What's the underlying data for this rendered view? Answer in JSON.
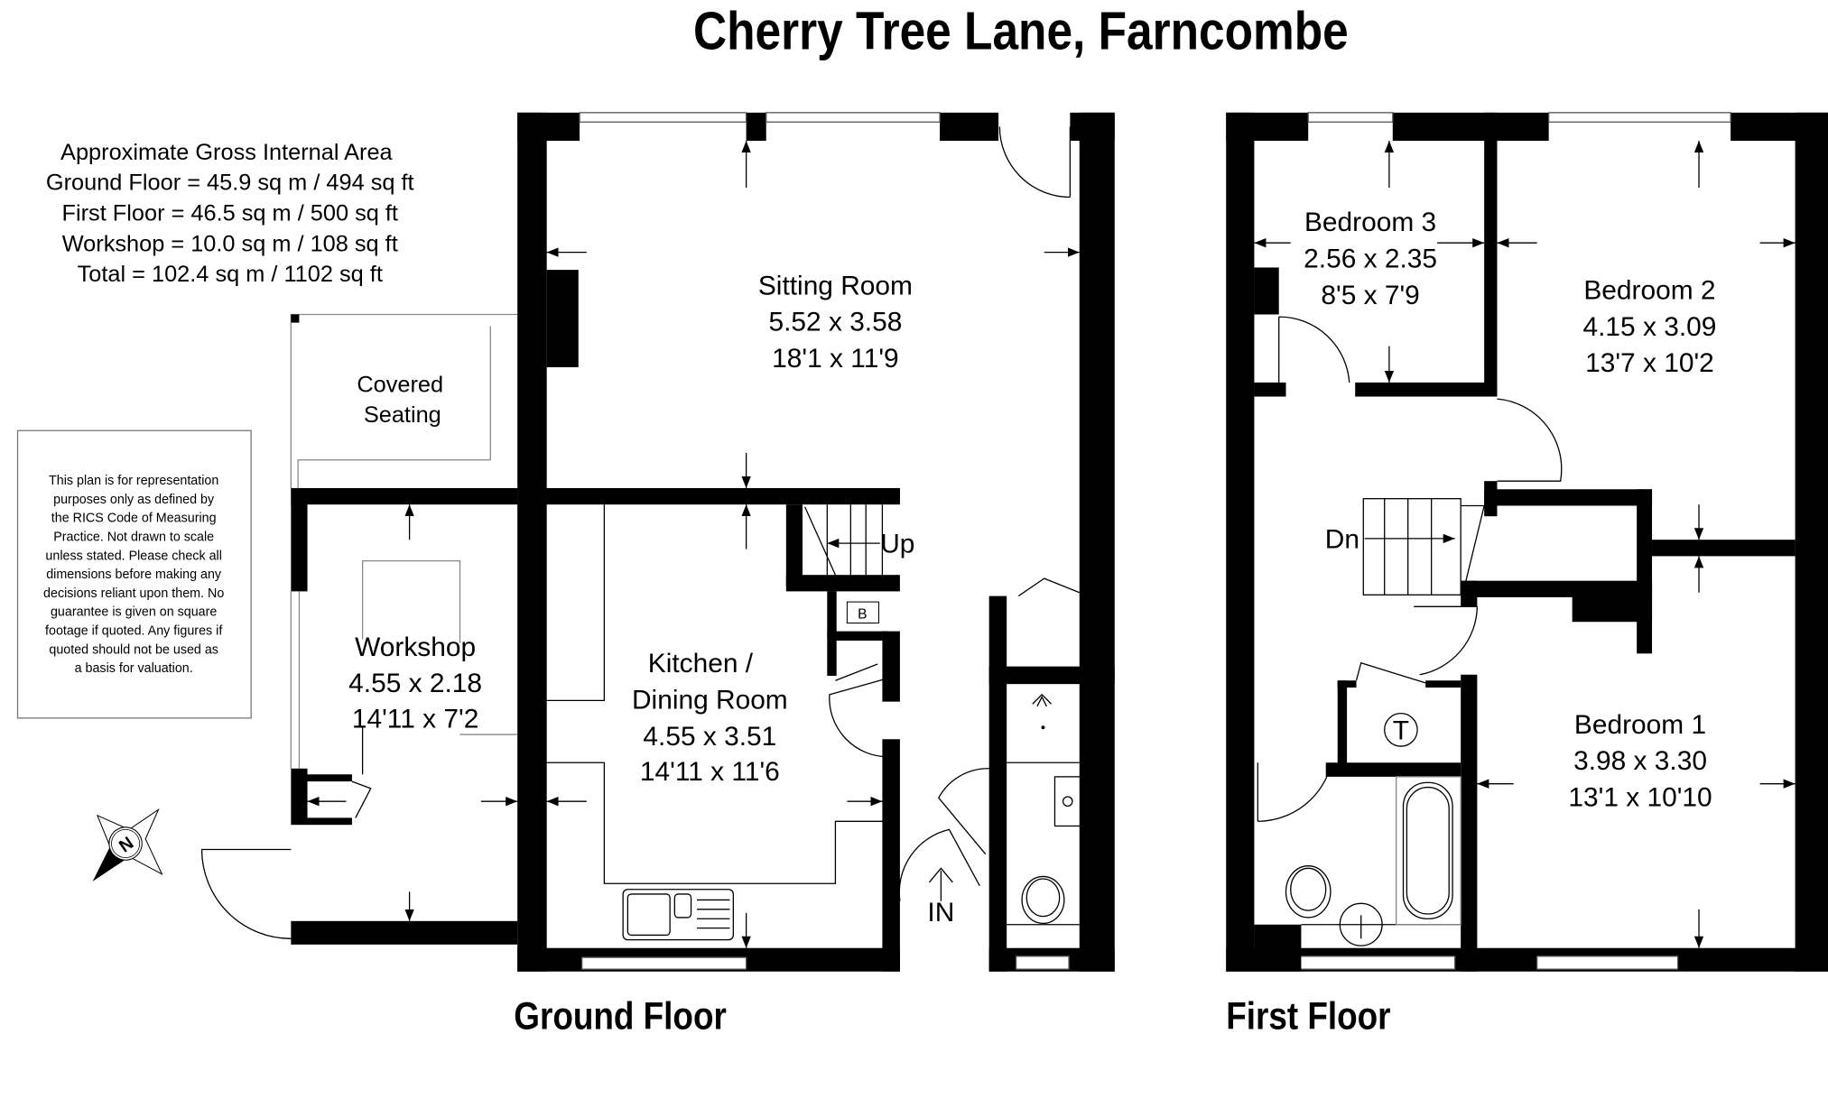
{
  "title": "Cherry Tree Lane, Farncombe",
  "area_summary": {
    "heading": "Approximate Gross Internal Area",
    "lines": [
      "Ground Floor = 45.9 sq m / 494 sq ft",
      "First Floor = 46.5 sq m / 500 sq ft",
      "Workshop = 10.0 sq m / 108 sq ft",
      "Total = 102.4 sq m / 1102 sq ft"
    ]
  },
  "disclaimer": {
    "lines": [
      "This plan is for representation",
      "purposes only as defined by",
      "the RICS Code of Measuring",
      "Practice. Not drawn to scale",
      "unless stated. Please check all",
      "dimensions before making any",
      "decisions reliant upon them. No",
      "guarantee is given on square",
      "footage if quoted. Any figures if",
      "quoted should not be used as",
      "a basis for valuation."
    ]
  },
  "ground_floor": {
    "label": "Ground Floor",
    "rooms": {
      "sitting_room": {
        "name": "Sitting Room",
        "metric": "5.52 x 3.58",
        "imperial": "18'1 x 11'9"
      },
      "kitchen": {
        "name_line1": "Kitchen /",
        "name_line2": "Dining Room",
        "metric": "4.55 x 3.51",
        "imperial": "14'11 x 11'6"
      },
      "workshop": {
        "name": "Workshop",
        "metric": "4.55 x 2.18",
        "imperial": "14'11 x 7'2"
      },
      "covered_seating": {
        "name_line1": "Covered",
        "name_line2": "Seating"
      }
    },
    "markers": {
      "stairs_up": "Up",
      "entrance": "IN",
      "boiler": "B"
    }
  },
  "first_floor": {
    "label": "First Floor",
    "rooms": {
      "bedroom3": {
        "name": "Bedroom 3",
        "metric": "2.56 x 2.35",
        "imperial": "8'5 x 7'9"
      },
      "bedroom2": {
        "name": "Bedroom 2",
        "metric": "4.15 x 3.09",
        "imperial": "13'7 x 10'2"
      },
      "bedroom1": {
        "name": "Bedroom 1",
        "metric": "3.98 x 3.30",
        "imperial": "13'1 x 10'10"
      }
    },
    "markers": {
      "stairs_down": "Dn",
      "tank": "T"
    }
  },
  "compass": {
    "label": "N",
    "icon": "compass-north-icon"
  }
}
